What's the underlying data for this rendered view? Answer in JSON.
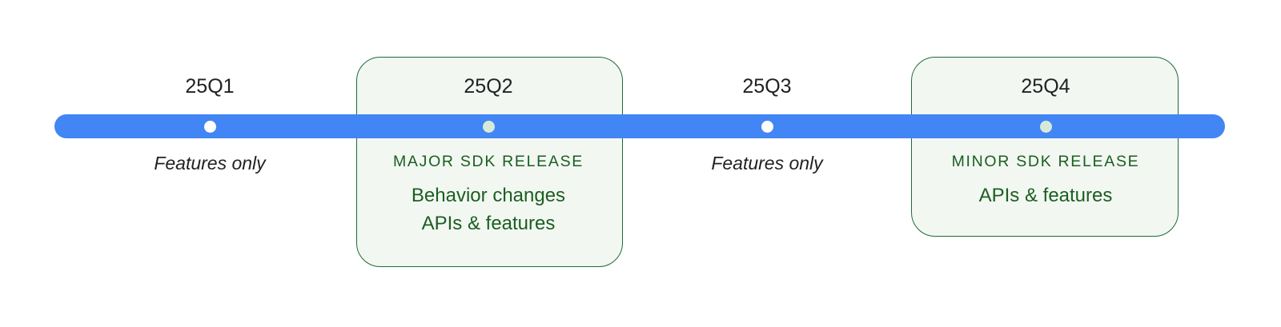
{
  "timeline": {
    "rail_color": "#4285f4",
    "card_fill": "#f2f7f2",
    "card_border": "#1e6b38",
    "release_text_color": "#1b5e20",
    "note_text_color": "#202124",
    "milestones": [
      {
        "quarter": "25Q1",
        "marker": "white-dot",
        "note": "Features only",
        "has_card": false
      },
      {
        "quarter": "25Q2",
        "marker": "mint-dot",
        "has_card": true,
        "release_kind": "MAJOR SDK RELEASE",
        "details": [
          "Behavior changes",
          "APIs & features"
        ]
      },
      {
        "quarter": "25Q3",
        "marker": "white-dot",
        "note": "Features only",
        "has_card": false
      },
      {
        "quarter": "25Q4",
        "marker": "mint-dot",
        "has_card": true,
        "release_kind": "MINOR SDK RELEASE",
        "details": [
          "APIs & features"
        ]
      }
    ]
  }
}
